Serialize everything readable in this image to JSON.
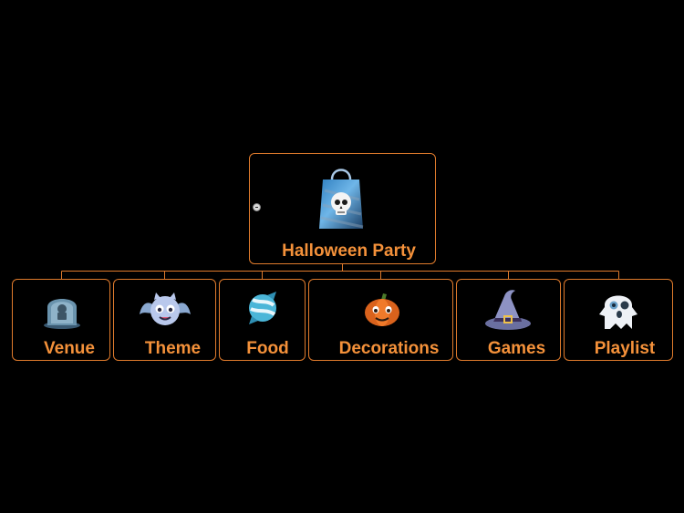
{
  "diagram": {
    "accent_color": "#e07b2c",
    "label_color": "#f4913a",
    "background_color": "#000000",
    "root": {
      "label": "Halloween Party",
      "icon": "skull-gift-bag-icon"
    },
    "children": [
      {
        "label": "Venue",
        "icon": "tombstone-icon"
      },
      {
        "label": "Theme",
        "icon": "bat-icon"
      },
      {
        "label": "Food",
        "icon": "candy-icon"
      },
      {
        "label": "Decorations",
        "icon": "pumpkin-icon"
      },
      {
        "label": "Games",
        "icon": "witch-hat-icon"
      },
      {
        "label": "Playlist",
        "icon": "ghost-icon"
      }
    ]
  }
}
